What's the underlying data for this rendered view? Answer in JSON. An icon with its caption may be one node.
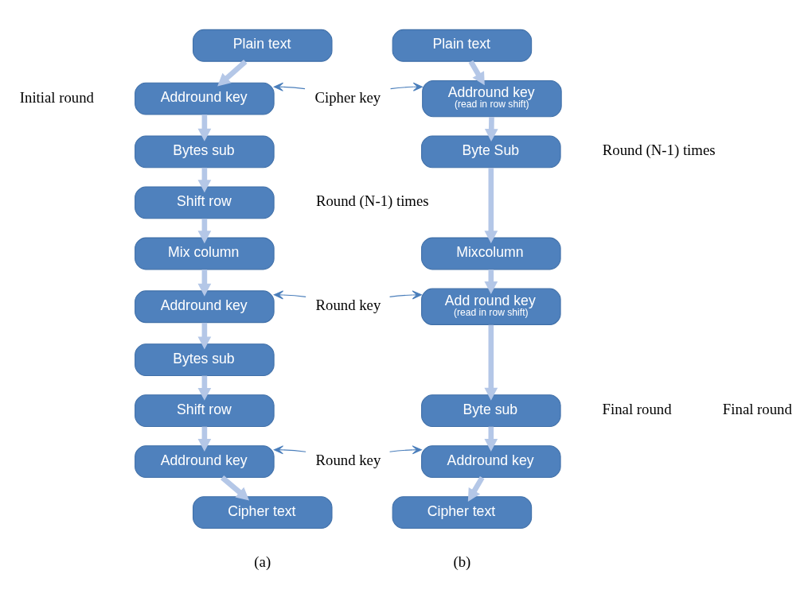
{
  "diagram": {
    "nodes": [
      {
        "text": [
          "Plain text"
        ]
      },
      {
        "text": [
          "Addround key"
        ]
      },
      {
        "text": [
          "Bytes sub"
        ]
      },
      {
        "text": [
          "Shift row"
        ]
      },
      {
        "text": [
          "Mix column"
        ]
      },
      {
        "text": [
          "Addround key"
        ]
      },
      {
        "text": [
          "Bytes sub"
        ]
      },
      {
        "text": [
          "Shift row"
        ]
      },
      {
        "text": [
          "Addround key"
        ]
      },
      {
        "text": [
          "Cipher text"
        ]
      },
      {
        "text": [
          "Plain text"
        ]
      },
      {
        "text": [
          "Addround key",
          "(read in row shift)"
        ]
      },
      {
        "text": [
          "Byte Sub"
        ]
      },
      {
        "text": [
          "Mixcolumn"
        ]
      },
      {
        "text": [
          "Add round key",
          "(read in row shift)"
        ]
      },
      {
        "text": [
          "Byte sub"
        ]
      },
      {
        "text": [
          "Addround key"
        ]
      },
      {
        "text": [
          "Cipher text"
        ]
      },
      {
        "text": [
          "Cipher key"
        ]
      },
      {
        "text": [
          "Round key"
        ]
      },
      {
        "text": [
          "Round key"
        ]
      }
    ],
    "edges": [
      {
        "from": 0,
        "to": 1,
        "arrow": "to"
      },
      {
        "from": 1,
        "to": 2,
        "arrow": "to"
      },
      {
        "from": 2,
        "to": 3,
        "arrow": "to"
      },
      {
        "from": 3,
        "to": 4,
        "arrow": "to"
      },
      {
        "from": 4,
        "to": 5,
        "arrow": "to"
      },
      {
        "from": 5,
        "to": 6,
        "arrow": "to"
      },
      {
        "from": 6,
        "to": 7,
        "arrow": "to"
      },
      {
        "from": 7,
        "to": 8,
        "arrow": "to"
      },
      {
        "from": 8,
        "to": 9,
        "arrow": "to"
      },
      {
        "from": 10,
        "to": 11,
        "arrow": "to"
      },
      {
        "from": 11,
        "to": 12,
        "arrow": "to"
      },
      {
        "from": 12,
        "to": 13,
        "arrow": "to"
      },
      {
        "from": 13,
        "to": 14,
        "arrow": "to"
      },
      {
        "from": 14,
        "to": 15,
        "arrow": "to"
      },
      {
        "from": 15,
        "to": 16,
        "arrow": "to"
      },
      {
        "from": 16,
        "to": 17,
        "arrow": "to"
      },
      {
        "from": 18,
        "to": 1,
        "arrow": "to",
        "color": "#4a7ebb"
      },
      {
        "from": 18,
        "to": 11,
        "arrow": "to",
        "color": "#4a7ebb"
      },
      {
        "from": 19,
        "to": 5,
        "arrow": "to",
        "color": "#4a7ebb"
      },
      {
        "from": 19,
        "to": 14,
        "arrow": "to",
        "color": "#4a7ebb"
      },
      {
        "from": 20,
        "to": 8,
        "arrow": "to",
        "color": "#4a7ebb"
      },
      {
        "from": 20,
        "to": 16,
        "arrow": "to",
        "color": "#4a7ebb"
      }
    ],
    "labels": [
      "Initial round",
      "Round (N-1) times",
      "Final round",
      "Round (N-1) times",
      "Final round",
      "(a)",
      "(b)"
    ]
  }
}
